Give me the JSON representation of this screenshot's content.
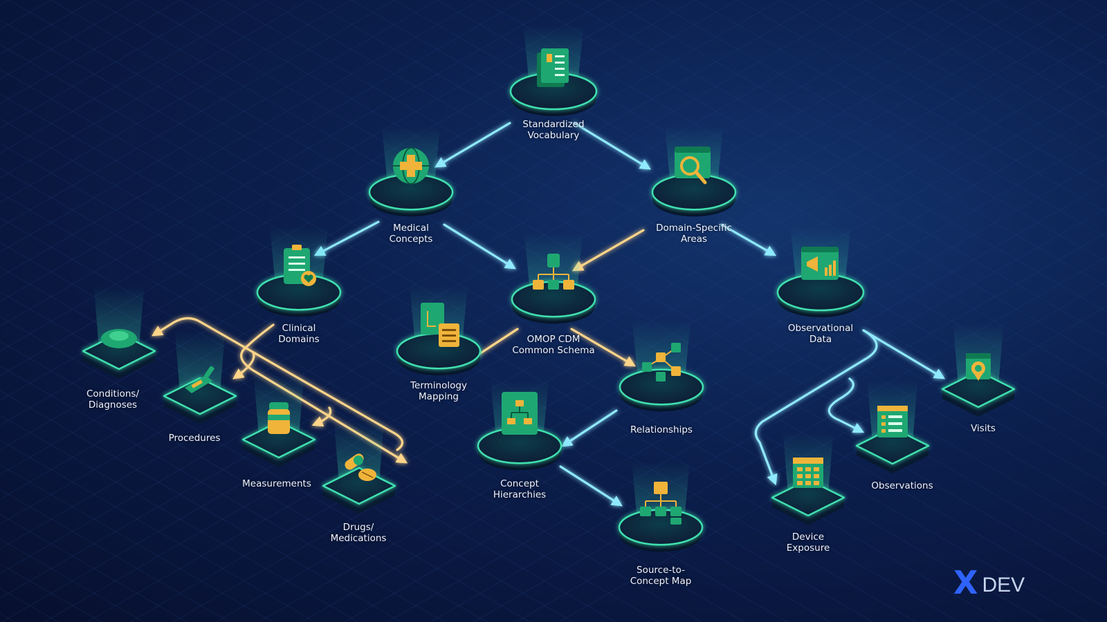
{
  "nodes": {
    "vocabulary": {
      "label": "Standardized\nVocabulary",
      "icon": "book-icon"
    },
    "medical": {
      "label": "Medical\nConcepts",
      "icon": "globe-medical-cross-icon"
    },
    "domain": {
      "label": "Domain-Specific\nAreas",
      "icon": "browser-magnifier-icon"
    },
    "clinical": {
      "label": "Clinical\nDomains",
      "icon": "clipboard-heart-icon"
    },
    "omop": {
      "label": "OMOP CDM\nCommon Schema",
      "icon": "schema-tree-icon"
    },
    "observational": {
      "label": "Observational\nData",
      "icon": "chart-megaphone-icon"
    },
    "terminology": {
      "label": "Terminology\nMapping",
      "icon": "documents-mapping-icon"
    },
    "relationships": {
      "label": "Relationships",
      "icon": "network-cubes-icon"
    },
    "hierarchies": {
      "label": "Concept\nHierarchies",
      "icon": "hierarchy-chart-icon"
    },
    "source_map": {
      "label": "Source-to-\nConcept Map",
      "icon": "tree-map-icon"
    },
    "conditions": {
      "label": "Conditions/\nDiagnoses",
      "icon": "condition-icon"
    },
    "procedures": {
      "label": "Procedures",
      "icon": "scalpel-icon"
    },
    "measurements": {
      "label": "Measurements",
      "icon": "specimen-jar-icon"
    },
    "drugs": {
      "label": "Drugs/\nMedications",
      "icon": "pills-icon"
    },
    "visits": {
      "label": "Visits",
      "icon": "calendar-clock-icon"
    },
    "observations": {
      "label": "Observations",
      "icon": "form-list-icon"
    },
    "device": {
      "label": "Device\nExposure",
      "icon": "calendar-grid-icon"
    }
  },
  "colors": {
    "cyan_flow": "#7de3ff",
    "gold_flow": "#ffcf7a",
    "icon_green": "#1fa772",
    "icon_gold": "#f0b43a",
    "ring": "#41e0b0"
  },
  "brand": {
    "mark": "X",
    "text": "DEV"
  }
}
